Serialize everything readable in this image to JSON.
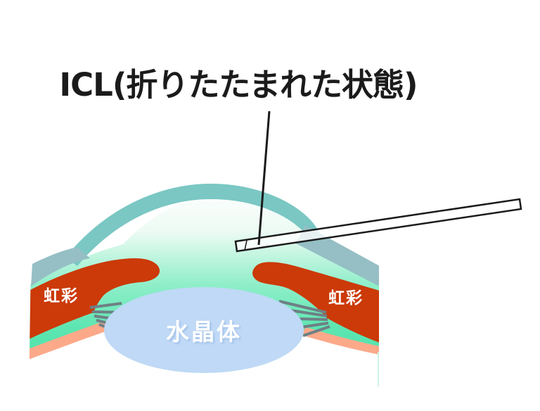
{
  "diagram": {
    "title": "ICL(折りたたまれた状態)",
    "labels": {
      "iris_left": "虹彩",
      "iris_right": "虹彩",
      "lens": "水晶体"
    },
    "parts": {
      "icl_device": "folded ICL rod inserted through corneal incision",
      "pointer": "leader line from title to folded ICL"
    }
  },
  "colors": {
    "bg": "#ffffff",
    "title-ink": "#1b1b1b",
    "cornea-teal": "#7ac7c3",
    "sclera-gray": "#95bfc4",
    "chamber-top": "#ffffff",
    "chamber-hi": "#edfbf4",
    "chamber-mid": "#8feec9",
    "chamber-deep": "#5ce6b1",
    "chamber-base": "#55e3ad",
    "iris-red": "#cb3a08",
    "salmon": "#fca98a",
    "zonule-gray": "#6e8085",
    "lens-blue": "#bfd9f6",
    "label-white": "#ffffff",
    "icl-outline": "#1b1b1b",
    "cut-line": "#cdf2e5"
  }
}
